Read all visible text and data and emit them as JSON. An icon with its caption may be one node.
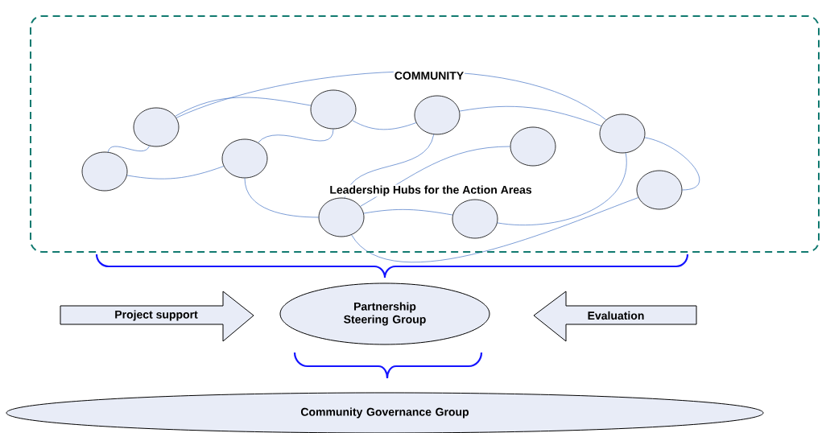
{
  "diagram": {
    "nodes": [
      {
        "text": [
          "COMMUNITY",
          "Leadership Hubs for the Action Areas"
        ]
      },
      {
        "text": [],
        "shape": "circle",
        "in": 0
      },
      {
        "text": [],
        "shape": "circle",
        "in": 0
      },
      {
        "text": [],
        "shape": "circle",
        "in": 0
      },
      {
        "text": [],
        "shape": "circle",
        "in": 0
      },
      {
        "text": [],
        "shape": "circle",
        "in": 0
      },
      {
        "text": [],
        "shape": "circle",
        "in": 0
      },
      {
        "text": [],
        "shape": "circle",
        "in": 0
      },
      {
        "text": [],
        "shape": "circle",
        "in": 0
      },
      {
        "text": [],
        "shape": "circle",
        "in": 0
      },
      {
        "text": [],
        "shape": "circle",
        "in": 0
      },
      {
        "text": [
          "Project support"
        ]
      },
      {
        "text": [
          "Partnership Steering Group"
        ]
      },
      {
        "text": [
          "Evaluation"
        ]
      },
      {
        "text": [
          "Community Governance Group"
        ]
      }
    ],
    "edges": [
      {
        "from": 1,
        "to": 2,
        "arrow": "none"
      },
      {
        "from": 1,
        "to": 3,
        "arrow": "none"
      },
      {
        "from": 2,
        "to": 4,
        "arrow": "none"
      },
      {
        "from": 2,
        "to": 9,
        "arrow": "none"
      },
      {
        "from": 3,
        "to": 4,
        "arrow": "none"
      },
      {
        "from": 3,
        "to": 5,
        "arrow": "none"
      },
      {
        "from": 4,
        "to": 6,
        "arrow": "none"
      },
      {
        "from": 6,
        "to": 5,
        "arrow": "none"
      },
      {
        "from": 6,
        "to": 9,
        "arrow": "none"
      },
      {
        "from": 5,
        "to": 8,
        "arrow": "none"
      },
      {
        "from": 5,
        "to": 7,
        "arrow": "none"
      },
      {
        "from": 7,
        "to": 9,
        "arrow": "none"
      },
      {
        "from": 9,
        "to": 10,
        "arrow": "none"
      },
      {
        "from": 5,
        "to": 10,
        "arrow": "none"
      }
    ]
  }
}
